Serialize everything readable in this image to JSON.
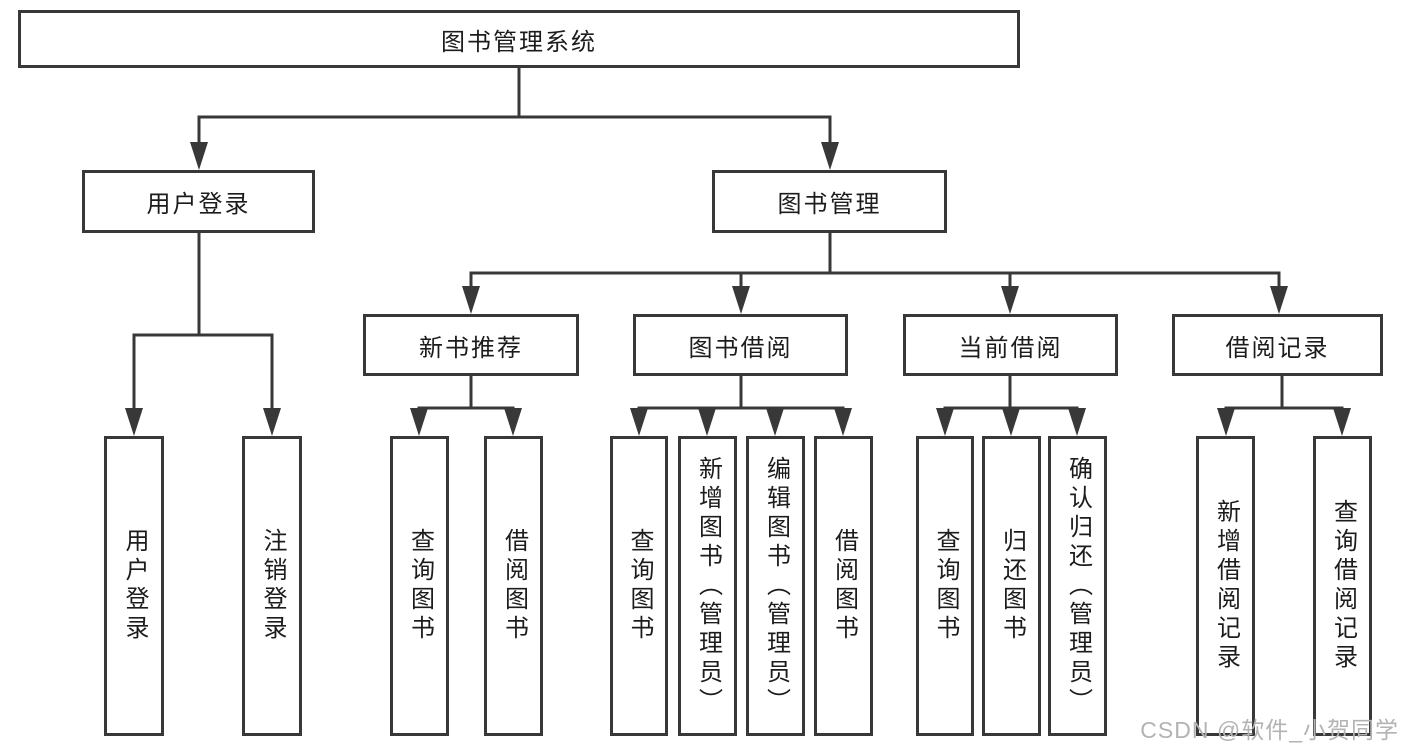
{
  "diagram": {
    "root": {
      "label": "图书管理系统"
    },
    "level2": [
      {
        "label": "用户登录",
        "parent": "图书管理系统"
      },
      {
        "label": "图书管理",
        "parent": "图书管理系统"
      }
    ],
    "level3": [
      {
        "label": "新书推荐",
        "parent": "图书管理"
      },
      {
        "label": "图书借阅",
        "parent": "图书管理"
      },
      {
        "label": "当前借阅",
        "parent": "图书管理"
      },
      {
        "label": "借阅记录",
        "parent": "图书管理"
      }
    ],
    "leaves": [
      {
        "label": "用户登录",
        "parent": "用户登录"
      },
      {
        "label": "注销登录",
        "parent": "用户登录"
      },
      {
        "label": "查询图书",
        "parent": "新书推荐"
      },
      {
        "label": "借阅图书",
        "parent": "新书推荐"
      },
      {
        "label": "查询图书",
        "parent": "图书借阅"
      },
      {
        "label": "新增图书（管理员）",
        "parent": "图书借阅"
      },
      {
        "label": "编辑图书（管理员）",
        "parent": "图书借阅"
      },
      {
        "label": "借阅图书",
        "parent": "图书借阅"
      },
      {
        "label": "查询图书",
        "parent": "当前借阅"
      },
      {
        "label": "归还图书",
        "parent": "当前借阅"
      },
      {
        "label": "确认归还（管理员）",
        "parent": "当前借阅"
      },
      {
        "label": "新增借阅记录",
        "parent": "借阅记录"
      },
      {
        "label": "查询借阅记录",
        "parent": "借阅记录"
      }
    ]
  },
  "watermark": {
    "text": "CSDN @软件_小贺同学"
  },
  "colors": {
    "line": "#383838",
    "box_border": "#383838",
    "text": "#1c1c1c",
    "watermark": "#b3b3b3",
    "background": "#ffffff"
  }
}
